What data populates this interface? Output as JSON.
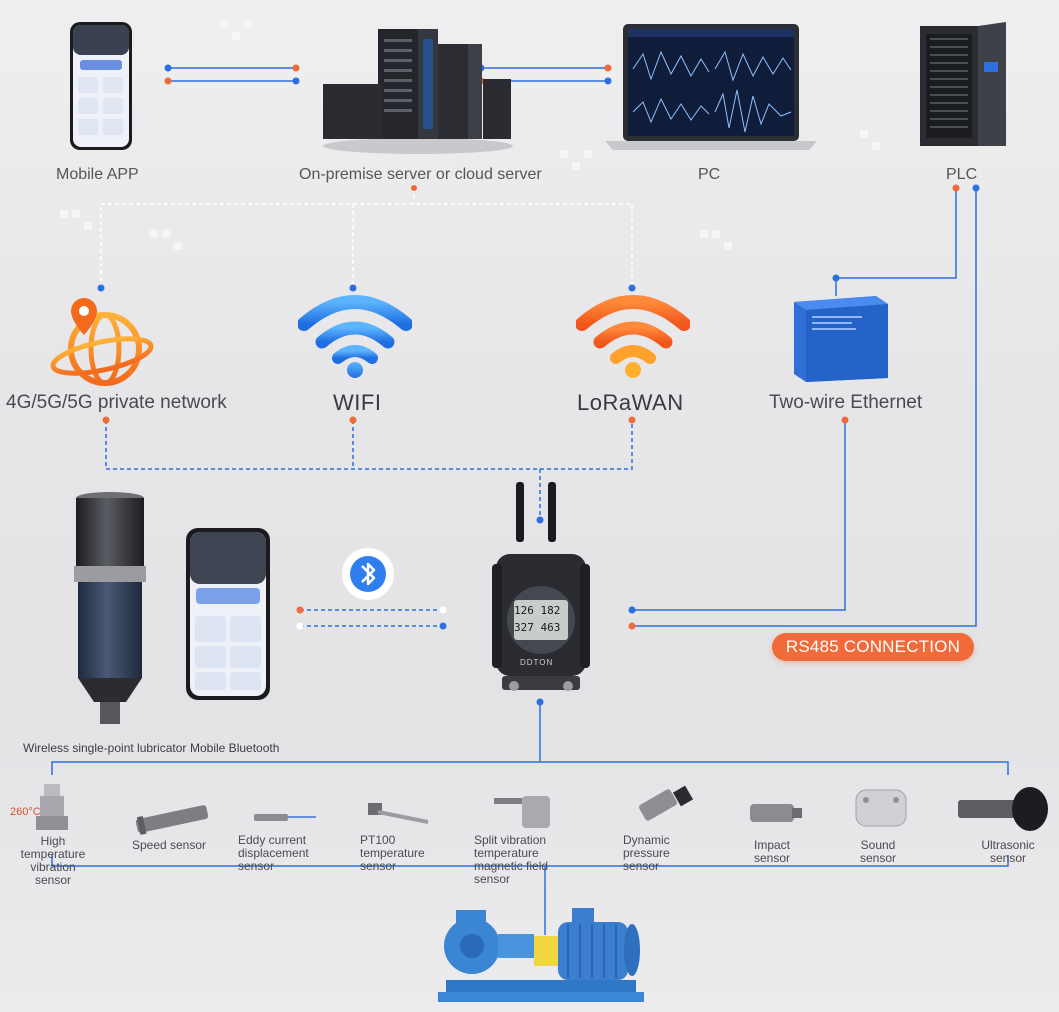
{
  "top": {
    "mobile_app": "Mobile APP",
    "server": "On-premise server or cloud server",
    "pc": "PC",
    "plc": "PLC"
  },
  "network": {
    "cellular": "4G/5G/5G private network",
    "wifi": "WIFI",
    "lorawan": "LoRaWAN",
    "ethernet": "Two-wire Ethernet"
  },
  "devices": {
    "lubricator": "Wireless single-point lubricator",
    "bluetooth": "Mobile Bluetooth",
    "rs485": "RS485 CONNECTION",
    "brand": "DDTON",
    "gateway_display": [
      "126",
      "182",
      "327",
      "463"
    ]
  },
  "sensors": {
    "temp_tag": "260°C",
    "items": [
      "High temperature vibration sensor",
      "Speed sensor",
      "Eddy current displacement sensor",
      "PT100 temperature sensor",
      "Split vibration temperature magnetic field sensor",
      "Dynamic pressure sensor",
      "Impact sensor",
      "Sound sensor",
      "Ultrasonic sensor"
    ]
  },
  "colors": {
    "blue_line": "#2d6fe0",
    "orange_dot": "#f06a3a",
    "wifi_blue": "#2f8ef0",
    "lora_orange": "#f57a28",
    "text": "#3d3d42"
  }
}
